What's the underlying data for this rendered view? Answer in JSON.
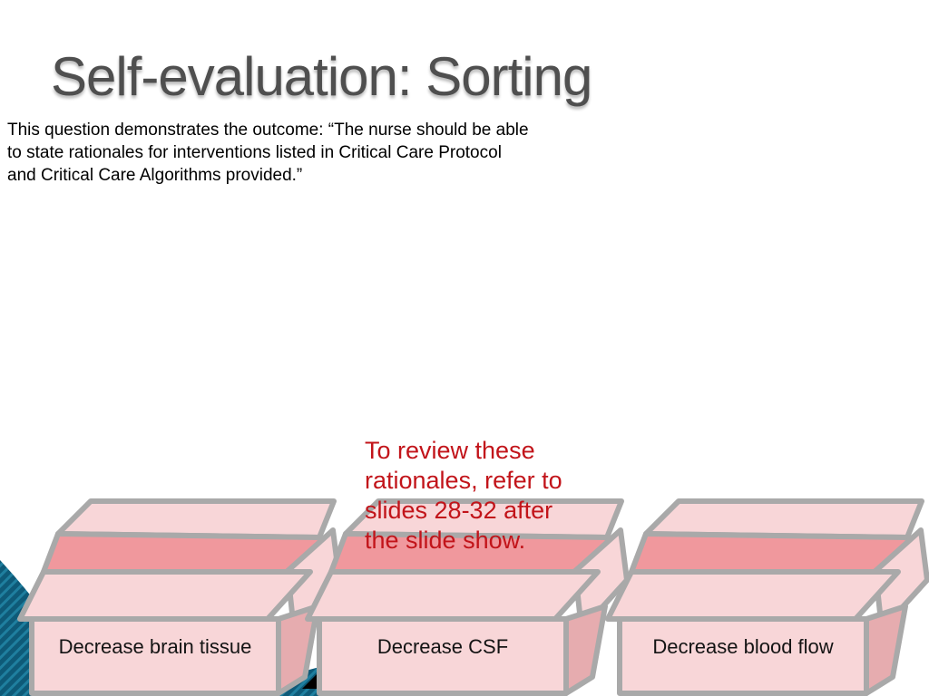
{
  "slide": {
    "title": "Self-evaluation: Sorting",
    "body_text": "This question demonstrates the outcome: “The nurse should be able\nto state rationales for interventions listed in Critical Care Protocol\nand Critical Care Algorithms provided.”",
    "note_text": "To review these\nrationales, refer to\nslides 28-32 after\nthe slide show.",
    "boxes": [
      {
        "label": "Decrease brain tissue"
      },
      {
        "label": "Decrease CSF"
      },
      {
        "label": "Decrease blood flow"
      }
    ],
    "theme": {
      "background": "#ffffff",
      "title_color": "#4f4f4f",
      "body_color": "#000000",
      "note_color": "#c2141a",
      "box_light": "#f8d6d8",
      "box_dark": "#f0989d",
      "box_side": "#e6acaf",
      "box_stroke": "#a9a9a9",
      "teal_dark": "#0e5a78",
      "teal_light": "#1f7f9f",
      "triangle_color": "#000000"
    }
  }
}
